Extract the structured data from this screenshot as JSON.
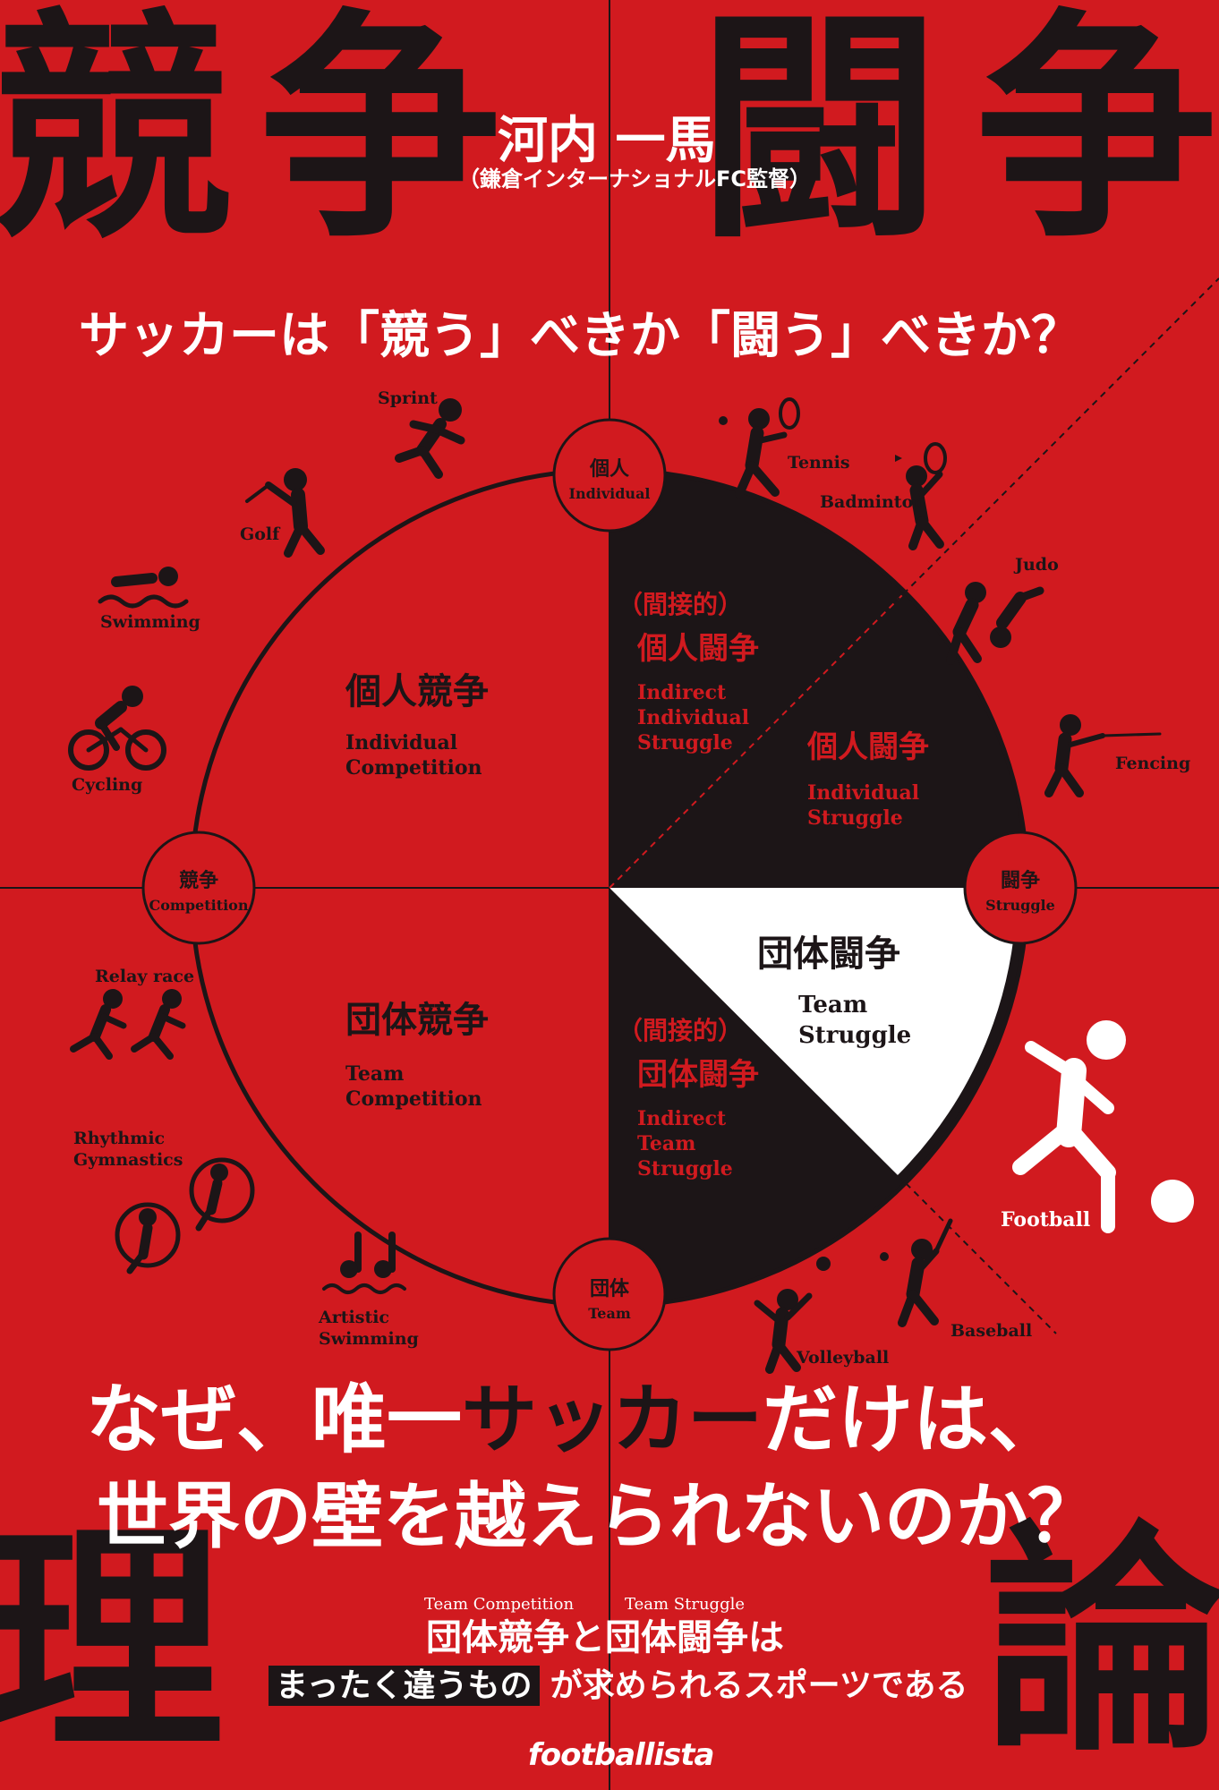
{
  "book": {
    "corner_chars": [
      "競",
      "争",
      "闘",
      "争",
      "理",
      "論"
    ],
    "author": "河内 一馬",
    "author_role": "（鎌倉インターナショナルFC監督）",
    "question": "サッカーは「競う」べきか「闘う」べきか？",
    "headline_line1_a": "なぜ、唯一",
    "headline_line1_b": "サッカー",
    "headline_line1_c": "だけは、",
    "headline_line2": "世界の壁を越えられないのか？",
    "tagline_ruby_1": "Team Competition",
    "tagline_ruby_2": "Team Struggle",
    "tagline_line1": "団体競争と団体闘争は",
    "tagline_highlight": "まったく違うもの",
    "tagline_line2": "が求められるスポーツである",
    "publisher": "footballista"
  },
  "diagram": {
    "nodes": {
      "top": {
        "jp": "個人",
        "en": "Individual"
      },
      "left": {
        "jp": "競争",
        "en": "Competition"
      },
      "right": {
        "jp": "闘争",
        "en": "Struggle"
      },
      "bottom": {
        "jp": "団体",
        "en": "Team"
      }
    },
    "quadrants": {
      "individual_competition": {
        "jp": "個人競争",
        "en": "Individual\nCompetition"
      },
      "team_competition": {
        "jp": "団体競争",
        "en": "Team\nCompetition"
      },
      "indirect_individual": {
        "paren": "（間接的）",
        "jp": "個人闘争",
        "en": "Indirect\nIndividual\nStruggle"
      },
      "individual_struggle": {
        "jp": "個人闘争",
        "en": "Individual\nStruggle"
      },
      "team_struggle": {
        "jp": "団体闘争",
        "en": "Team\nStruggle"
      },
      "indirect_team": {
        "paren": "（間接的）",
        "jp": "団体闘争",
        "en": "Indirect\nTeam\nStruggle"
      }
    },
    "colors": {
      "background": "#d11a1f",
      "dark": "#1c1517",
      "white": "#ffffff"
    }
  },
  "sports": {
    "sprint": "Sprint",
    "golf": "Golf",
    "swimming": "Swimming",
    "cycling": "Cycling",
    "relay": "Relay race",
    "rhythmic": "Rhythmic\nGymnastics",
    "artistic": "Artistic\nSwimming",
    "tennis": "Tennis",
    "badminton": "Badminton",
    "judo": "Judo",
    "fencing": "Fencing",
    "football": "Football",
    "baseball": "Baseball",
    "volleyball": "Volleyball"
  }
}
